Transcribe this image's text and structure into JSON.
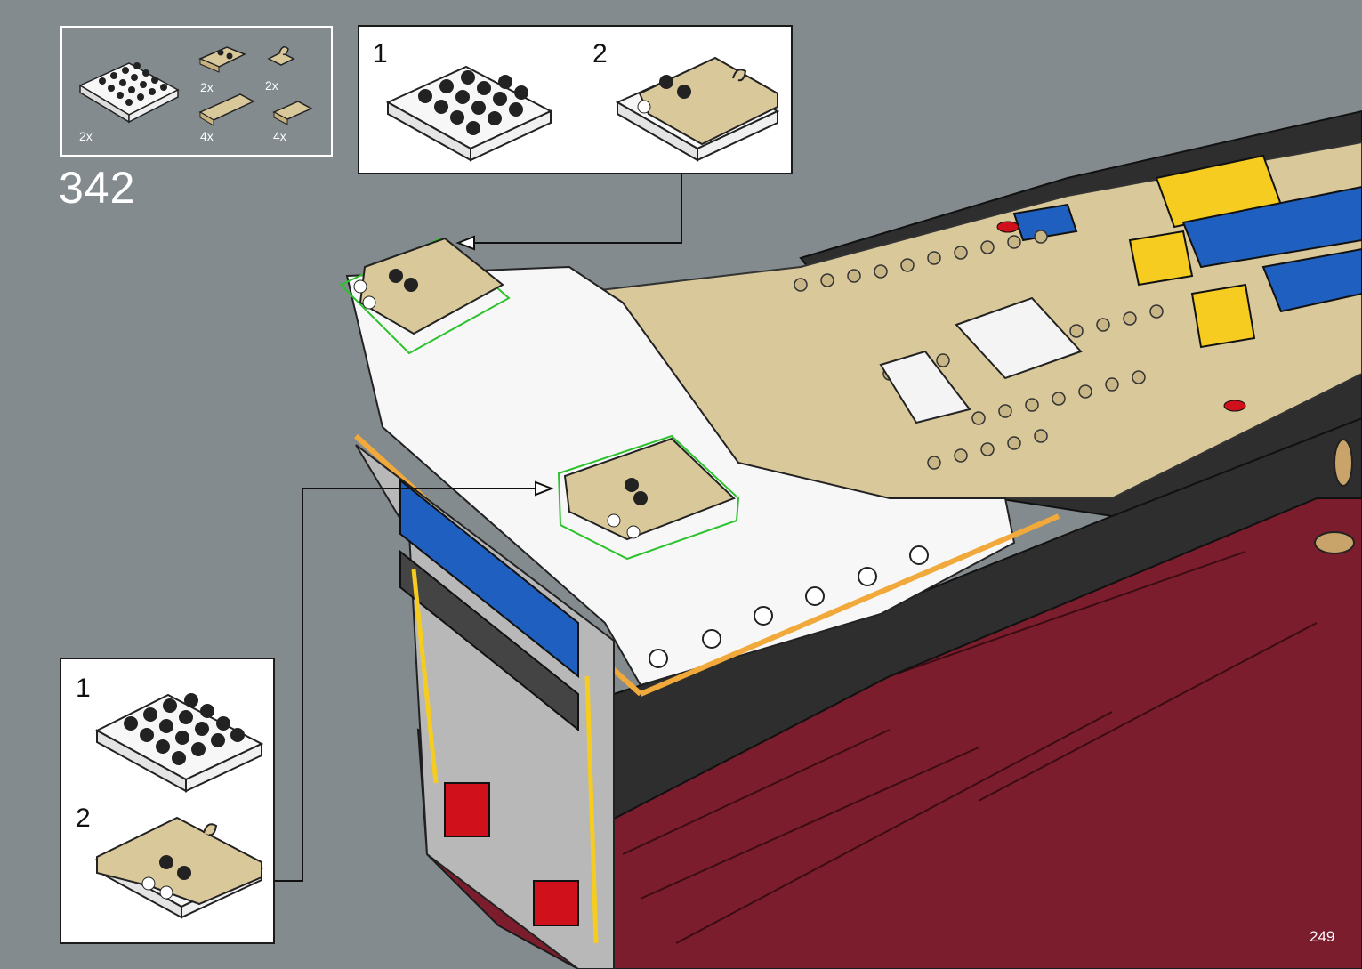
{
  "step": {
    "number": "342"
  },
  "page": {
    "number": "249"
  },
  "parts": [
    {
      "name": "plate-4x4-white",
      "qty": "2x"
    },
    {
      "name": "tile-1x2-tan-with-studs",
      "qty": "2x"
    },
    {
      "name": "plate-clip-tan",
      "qty": "2x"
    },
    {
      "name": "tile-1x3-tan",
      "qty": "4x"
    },
    {
      "name": "tile-1x2-tan",
      "qty": "4x"
    }
  ],
  "top_substeps": [
    {
      "number": "1"
    },
    {
      "number": "2"
    }
  ],
  "bottom_substeps": [
    {
      "number": "1"
    },
    {
      "number": "2"
    }
  ],
  "colors": {
    "background": "#838b8f",
    "tan": "#d9c89a",
    "white": "#f7f7f7",
    "dark_red": "#7b1d2c",
    "black_hull": "#2e2e2e",
    "blue": "#1f5fbf",
    "yellow": "#f5cc1f",
    "orange": "#f0a93a",
    "highlight_green": "#2dc22d"
  }
}
